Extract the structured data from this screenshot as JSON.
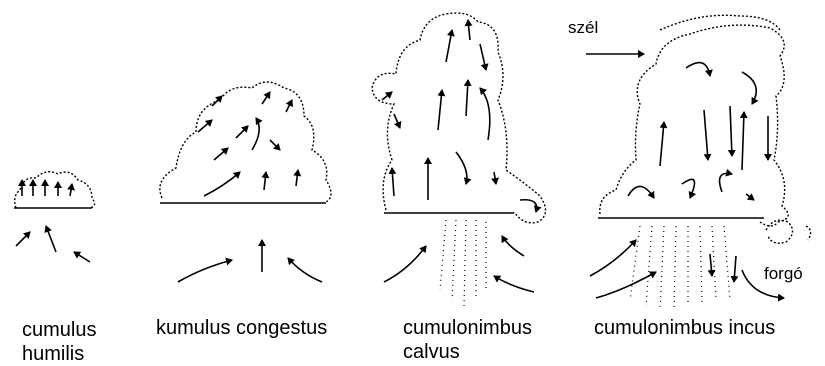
{
  "stages": [
    {
      "id": "humilis",
      "label_line1": "cumulus",
      "label_line2": "humilis"
    },
    {
      "id": "congestus",
      "label_line1": "kumulus congestus",
      "label_line2": ""
    },
    {
      "id": "calvus",
      "label_line1": "cumulonimbus",
      "label_line2": "calvus"
    },
    {
      "id": "incus",
      "label_line1": "cumulonimbus incus",
      "label_line2": ""
    }
  ],
  "annotations": {
    "wind": "szél",
    "vortex": "forgó"
  },
  "colors": {
    "ink": "#000000",
    "background": "#ffffff"
  }
}
